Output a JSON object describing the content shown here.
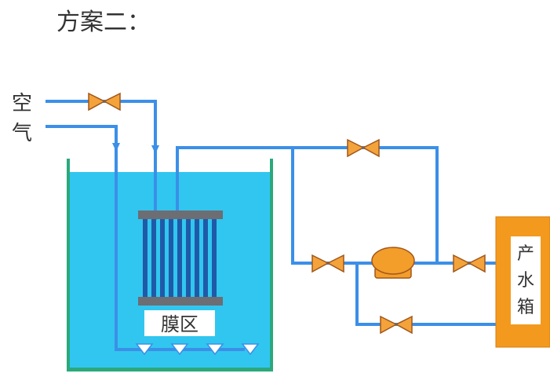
{
  "title": "方案二：",
  "labels": {
    "air": [
      "空",
      "气"
    ],
    "membrane_zone": "膜区",
    "product_tank": [
      "产",
      "水",
      "箱"
    ]
  },
  "colors": {
    "pipe": "#3b8fe8",
    "water": "#31c6ef",
    "water_edge": "#2aa97c",
    "valve_fill": "#f4a33a",
    "valve_stroke": "#a0561a",
    "tank_fill": "#f39a1e",
    "membrane_tube": "#1f5aa8",
    "header_bar": "#6d6d74",
    "pump": "#f39d2b"
  }
}
